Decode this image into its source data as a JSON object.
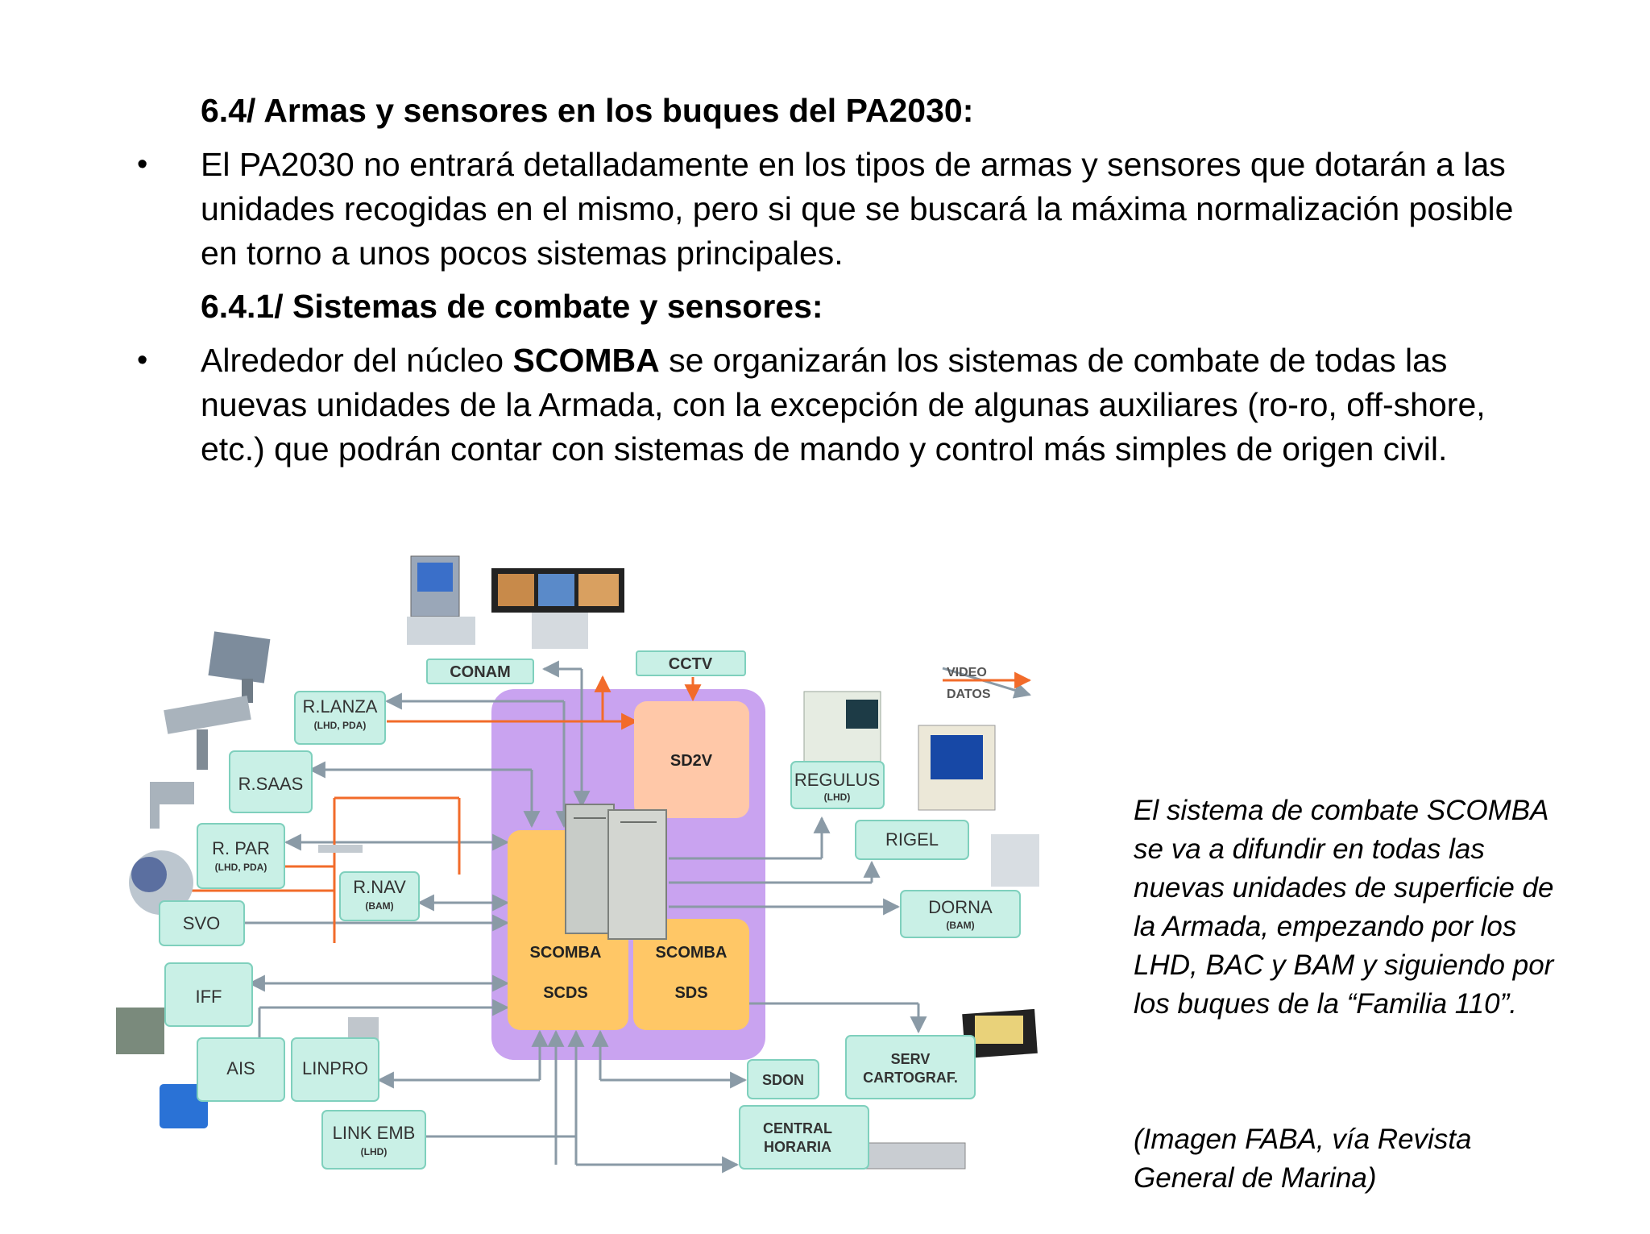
{
  "heading1": "6.4/ Armas y sensores en los buques del PA2030:",
  "bullet": "•",
  "para1": "El PA2030 no entrará detalladamente en los tipos de armas y sensores que dotarán a las unidades recogidas en el mismo, pero si que se buscará la máxima normalización posible en torno a unos pocos sistemas principales.",
  "heading2": "6.4.1/ Sistemas de combate y sensores:",
  "para2_a": "Alrededor del núcleo ",
  "para2_bold": "SCOMBA",
  "para2_b": " se organizarán los sistemas de combate de todas las nuevas unidades de la Armada, con la excepción de algunas auxiliares (ro-ro, off-shore, etc.) que podrán contar con sistemas de mando y control más simples de origen civil.",
  "caption": "El sistema de combate SCOMBA se va a difundir en todas las nuevas unidades de superficie de la Armada, empezando por los LHD, BAC y BAM y siguiendo por los buques de la “Familia 110”.",
  "credit": "(Imagen FABA, vía Revista General de Marina)",
  "diagram": {
    "legend": {
      "video": "VIDEO",
      "datos": "DATOS"
    },
    "colors": {
      "video": "#f26b2a",
      "datos": "#8a9aa6",
      "node_fill": "#c9f0e6",
      "node_stroke": "#7fd0bd",
      "core_bg": "#c9a3f0",
      "core_box": "#ffc766",
      "sd2v": "#ffc8a8"
    },
    "nodes": {
      "conam": "CONAM",
      "cctv": "CCTV",
      "rlanza": "R.LANZA",
      "rlanza_sub": "(LHD, PDA)",
      "rsaas": "R.SAAS",
      "rpar": "R. PAR",
      "rpar_sub": "(LHD, PDA)",
      "rnav": "R.NAV",
      "rnav_sub": "(BAM)",
      "svo": "SVO",
      "iff": "IFF",
      "ais": "AIS",
      "linpro": "LINPRO",
      "linkemb": "LINK EMB",
      "linkemb_sub": "(LHD)",
      "sd2v": "SD2V",
      "scds_top": "SCOMBA",
      "scds_bottom": "SCDS",
      "sds_top": "SCOMBA",
      "sds_bottom": "SDS",
      "regulus": "REGULUS",
      "regulus_sub": "(LHD)",
      "rigel": "RIGEL",
      "dorna": "DORNA",
      "dorna_sub": "(BAM)",
      "sdon": "SDON",
      "serv_top": "SERV",
      "serv_bottom": "CARTOGRAF.",
      "central_top": "CENTRAL",
      "central_bottom": "HORARIA"
    }
  }
}
